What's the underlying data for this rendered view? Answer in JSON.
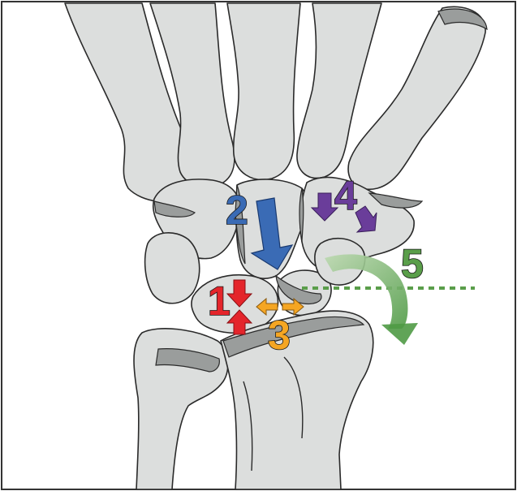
{
  "labels": {
    "one": "1",
    "two": "2",
    "three": "3",
    "four": "4",
    "five": "5"
  },
  "colors": {
    "one": "#e4252b",
    "two": "#3a6bb5",
    "three": "#f5a623",
    "four": "#6a3d9a",
    "five": "#5a9e4a",
    "bone": "#dcdedd",
    "cartilage": "#9a9d9c"
  }
}
